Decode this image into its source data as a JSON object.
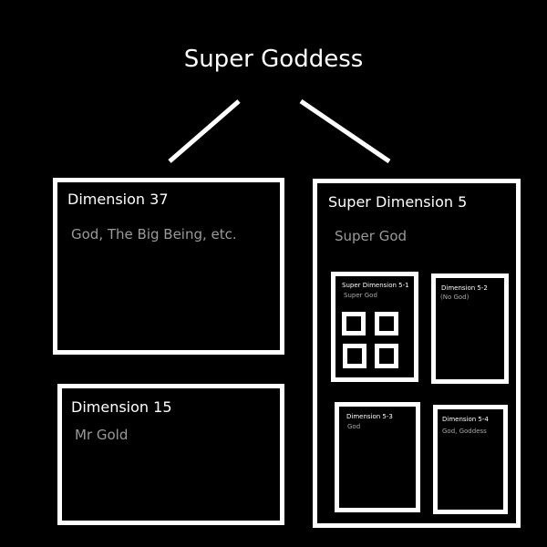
{
  "title": "Super Goddess",
  "boxes": {
    "dim37": {
      "label": "Dimension 37",
      "sub": "God, The Big Being, etc."
    },
    "dim15": {
      "label": "Dimension 15",
      "sub": "Mr Gold"
    },
    "sdim5": {
      "label": "Super Dimension 5",
      "sub": "Super God",
      "children": [
        {
          "label": "Super Dimension 5-1",
          "sub": "Super God"
        },
        {
          "label": "Dimension 5-2",
          "sub": "(No God)"
        },
        {
          "label": "Dimension 5-3",
          "sub": "God"
        },
        {
          "label": "Dimension 5-4",
          "sub": "God, Goddess"
        }
      ]
    }
  }
}
